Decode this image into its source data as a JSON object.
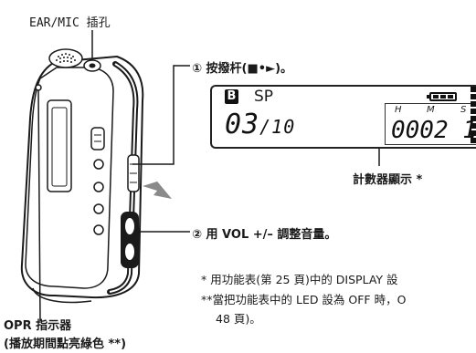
{
  "labels": {
    "ear_mic_jack": "EAR/MIC 插孔",
    "callout_1": "① 按撥杆(■•►)。",
    "callout_2": "② 用 VOL +/– 調整音量。",
    "counter_display_label": "計數器顯示 *",
    "footnote_1": "*  用功能表(第 25 頁)中的 DISPLAY 設",
    "footnote_2_line1": "**當把功能表中的 LED 設為 OFF 時，O",
    "footnote_2_line2": "48 頁)。",
    "opr_indicator": "OPR 指示器",
    "opr_indicator_note": "(播放期間點亮綠色 **)"
  },
  "lcd": {
    "folder_letter": "B",
    "mode": "SP",
    "file_number": "03",
    "file_total": "10",
    "hms_h": "H",
    "hms_m": "M",
    "hms_s": "S",
    "counter": "0002 1"
  },
  "colors": {
    "device_body": "#ffffff",
    "outline": "#1a1a1a",
    "arrow": "#8a8a8a"
  }
}
